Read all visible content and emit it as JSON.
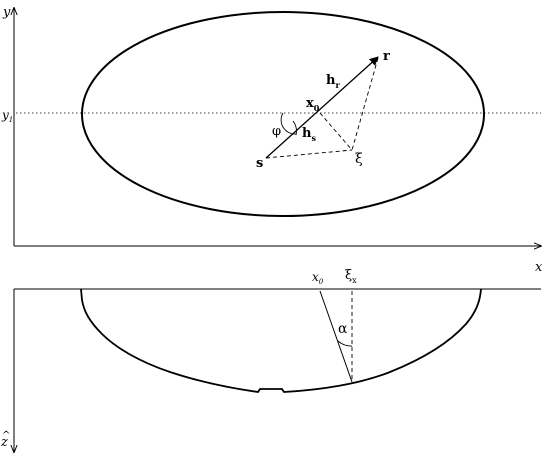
{
  "labels": {
    "y_axis": "y",
    "y1": "y",
    "y1_sub": "1",
    "r": "r",
    "hr": "h",
    "hr_sub": "r",
    "x0_top": "x",
    "x0_top_sub": "0",
    "phi": "φ",
    "hs": "h",
    "hs_sub": "s",
    "s": "s",
    "xi": "ξ",
    "x_axis": "x",
    "x0_bottom": "x",
    "x0_bottom_sub": "0",
    "xi_x": "ξ",
    "xi_x_sub": "x",
    "alpha": "α",
    "z_hat": "z",
    "z_hat_accent": "^"
  }
}
